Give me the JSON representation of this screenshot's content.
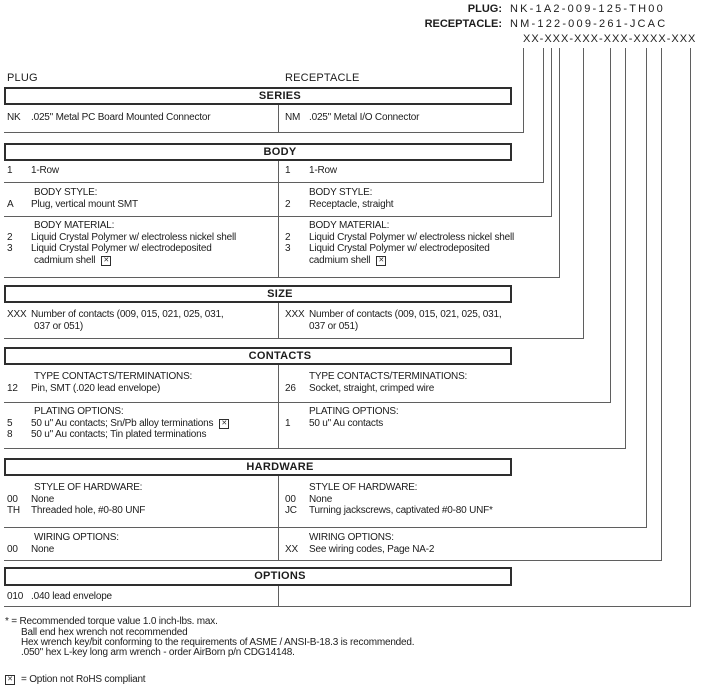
{
  "title_block": {
    "plug_label": "PLUG:",
    "plug_value": "NK-1A2-009-125-TH00",
    "receptacle_label": "RECEPTACLE:",
    "receptacle_value": "NM-122-009-261-JCAC",
    "code_mask": "XX-XXX-XXX-XXX-XXXX-XXX"
  },
  "column_headers": {
    "plug": "PLUG",
    "receptacle": "RECEPTACLE"
  },
  "icons": {
    "not_rohs_x": "✕"
  },
  "sections": {
    "series": {
      "title": "SERIES",
      "plug": {
        "code": "NK",
        "desc": ".025\" Metal PC Board Mounted Connector"
      },
      "receptacle": {
        "code": "NM",
        "desc": ".025\" Metal I/O Connector"
      }
    },
    "body": {
      "title": "BODY",
      "rows": {
        "plug_code": "1",
        "plug_desc": "1-Row",
        "recep_code": "1",
        "recep_desc": "1-Row"
      },
      "style": {
        "heading": "BODY STYLE:",
        "plug": {
          "code": "A",
          "desc": "Plug, vertical mount SMT"
        },
        "receptacle": {
          "code": "2",
          "desc": "Receptacle, straight"
        }
      },
      "material": {
        "heading": "BODY MATERIAL:",
        "options": [
          {
            "code": "2",
            "desc": "Liquid Crystal Polymer w/ electroless nickel shell"
          },
          {
            "code": "3",
            "desc": "Liquid Crystal Polymer w/ electrodeposited",
            "desc2": "cadmium shell",
            "not_rohs": true
          }
        ]
      }
    },
    "size": {
      "title": "SIZE",
      "code": "XXX",
      "desc_line1": "Number of contacts (009, 015, 021, 025, 031,",
      "desc_line2": "037 or 051)"
    },
    "contacts": {
      "title": "CONTACTS",
      "type": {
        "heading": "TYPE CONTACTS/TERMINATIONS:",
        "plug": {
          "code": "12",
          "desc": "Pin, SMT (.020 lead envelope)"
        },
        "receptacle": {
          "code": "26",
          "desc": "Socket, straight, crimped wire"
        }
      },
      "plating": {
        "heading": "PLATING OPTIONS:",
        "plug": [
          {
            "code": "5",
            "desc": "50 u\" Au contacts; Sn/Pb alloy terminations",
            "not_rohs": true
          },
          {
            "code": "8",
            "desc": "50 u\" Au contacts; Tin plated terminations"
          }
        ],
        "receptacle": [
          {
            "code": "1",
            "desc": "50 u\" Au contacts"
          }
        ]
      }
    },
    "hardware": {
      "title": "HARDWARE",
      "style": {
        "heading": "STYLE OF HARDWARE:",
        "plug": [
          {
            "code": "00",
            "desc": "None"
          },
          {
            "code": "TH",
            "desc": "Threaded hole, #0-80 UNF"
          }
        ],
        "receptacle": [
          {
            "code": "00",
            "desc": "None"
          },
          {
            "code": "JC",
            "desc": "Turning jackscrews, captivated #0-80 UNF*"
          }
        ]
      },
      "wiring": {
        "heading": "WIRING OPTIONS:",
        "plug": [
          {
            "code": "00",
            "desc": "None"
          }
        ],
        "receptacle": [
          {
            "code": "XX",
            "desc": "See wiring codes, Page NA-2"
          }
        ]
      }
    },
    "options": {
      "title": "OPTIONS",
      "plug": {
        "code": "010",
        "desc": ".040 lead envelope"
      }
    }
  },
  "footnotes": {
    "asterisk_line1": "* = Recommended torque value 1.0 inch-lbs. max.",
    "asterisk_line2": "Ball end hex wrench not recommended",
    "asterisk_line3": "Hex wrench key/bit conforming to the requirements of ASME / ANSI-B-18.3 is recommended.",
    "asterisk_line4": ".050\" hex L-key long arm wrench - order AirBorn p/n CDG14148.",
    "rohs": "= Option not RoHS compliant"
  }
}
